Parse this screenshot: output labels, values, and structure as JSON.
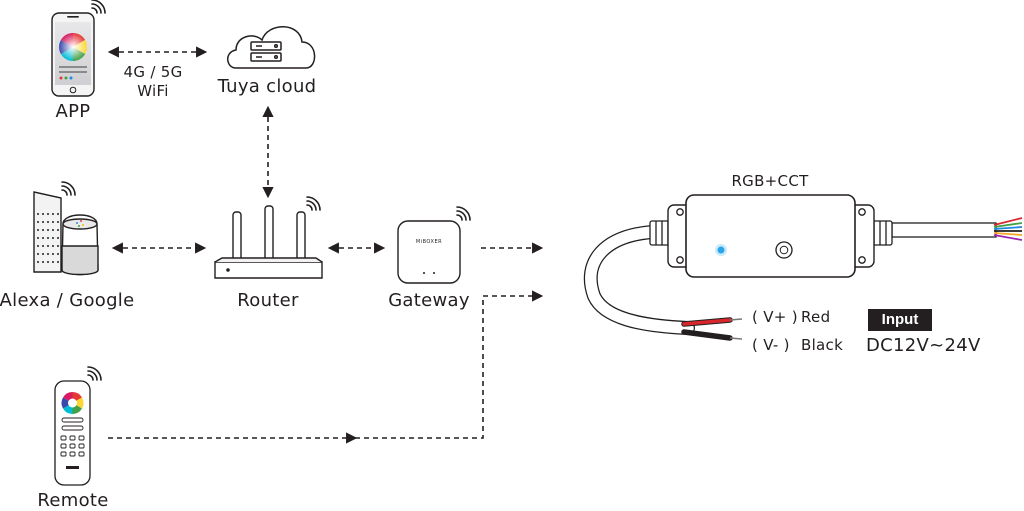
{
  "nodes": {
    "app": {
      "label": "APP"
    },
    "cloud": {
      "label": "Tuya  cloud"
    },
    "alexa": {
      "label": "Alexa / Google"
    },
    "router": {
      "label": "Router"
    },
    "gateway": {
      "label": "Gateway"
    },
    "remote": {
      "label": "Remote"
    }
  },
  "links": {
    "wifi_line1": "4G / 5G",
    "wifi_line2": "WiFi"
  },
  "controller": {
    "title": "RGB+CCT",
    "wires": {
      "positive_terminal": "( V+ )",
      "positive_color": "Red",
      "negative_terminal": "( V- )",
      "negative_color": "Black"
    },
    "input_badge": "Input",
    "input_voltage": "DC12V~24V"
  },
  "colors": {
    "ink": "#231f20",
    "wire_red": "#d7262c",
    "led_blue": "#2aa6e8"
  }
}
